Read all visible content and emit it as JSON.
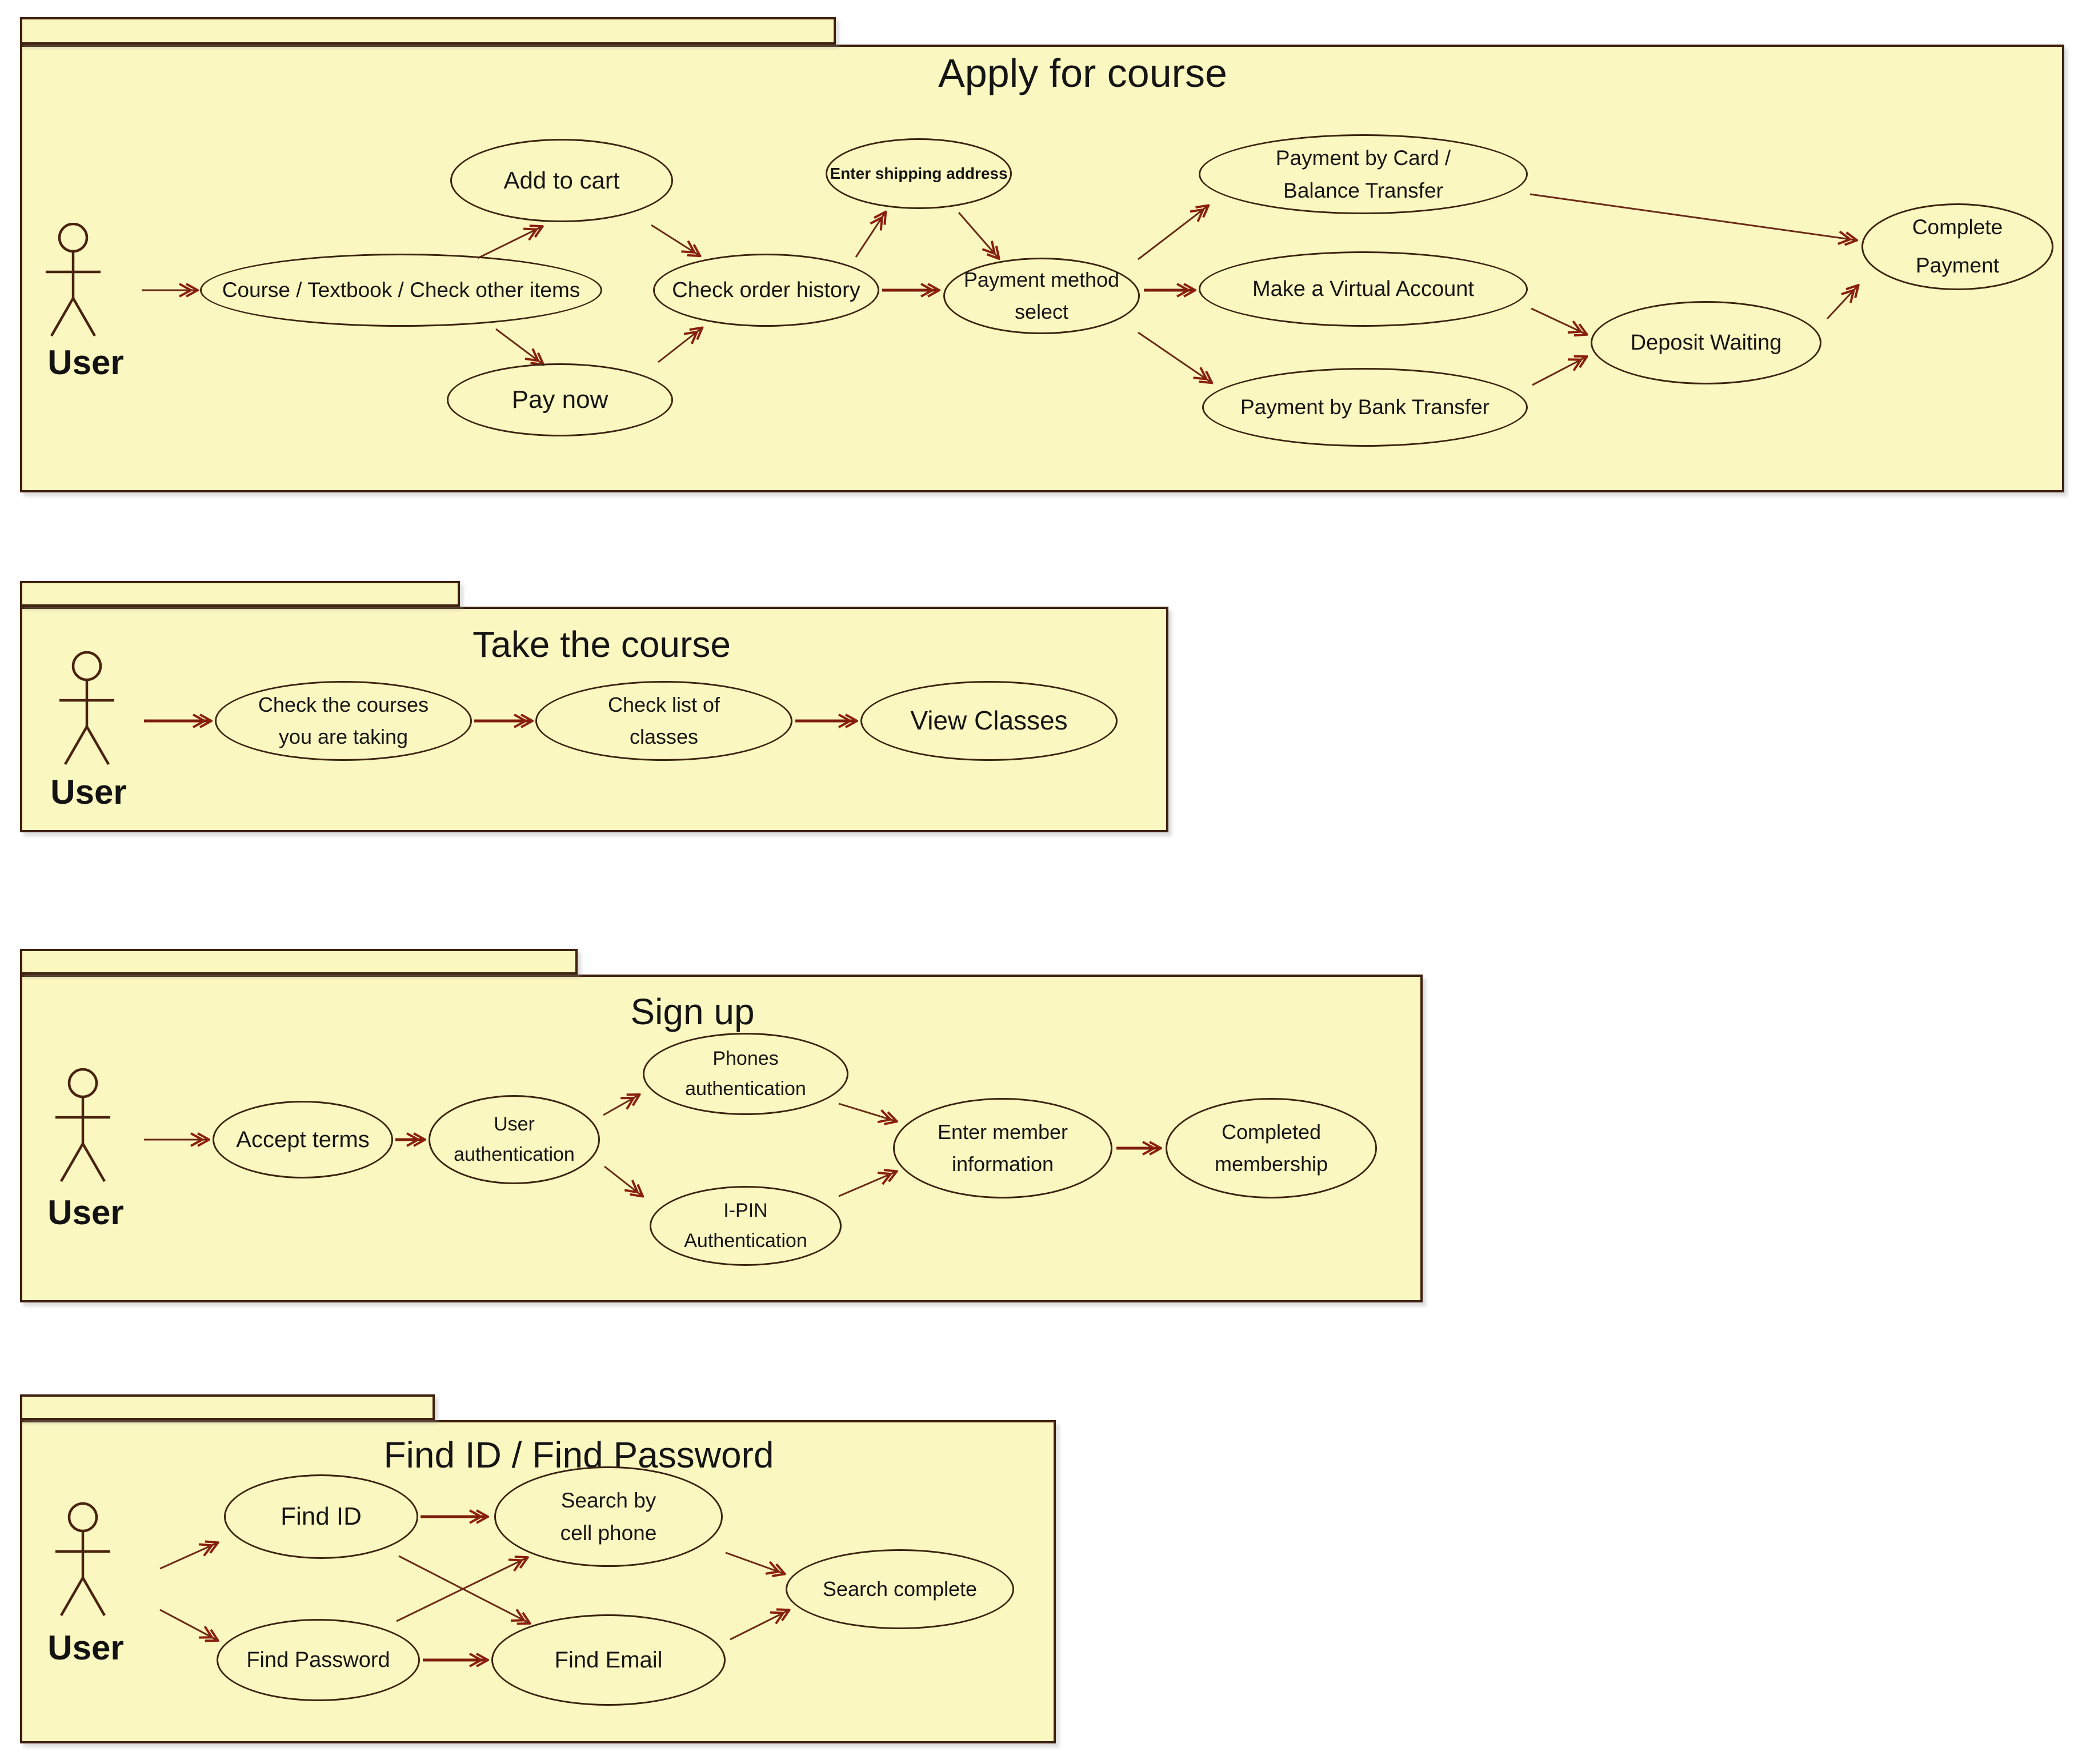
{
  "colors": {
    "package_fill": "#fbf7c0",
    "package_border": "#40200e",
    "arrow": "#7d2114",
    "text": "#161616"
  },
  "packages": [
    {
      "title": "Apply for course",
      "actor": "User",
      "usecases": [
        {
          "id": "add-to-cart",
          "lines": [
            "Add to cart"
          ]
        },
        {
          "id": "course-textbook-check-other-items",
          "lines": [
            "Course / Textbook / Check other items"
          ]
        },
        {
          "id": "pay-now",
          "lines": [
            "Pay now"
          ]
        },
        {
          "id": "check-order-history",
          "lines": [
            "Check order history"
          ]
        },
        {
          "id": "enter-shipping-address",
          "lines": [
            "Enter shipping address"
          ]
        },
        {
          "id": "payment-method-select",
          "lines": [
            "Payment method",
            "select"
          ]
        },
        {
          "id": "payment-by-card-balance-transfer",
          "lines": [
            "Payment by Card /",
            "Balance Transfer"
          ]
        },
        {
          "id": "make-a-virtual-account",
          "lines": [
            "Make a Virtual Account"
          ]
        },
        {
          "id": "payment-by-bank-transfer",
          "lines": [
            "Payment by Bank Transfer"
          ]
        },
        {
          "id": "deposit-waiting",
          "lines": [
            "Deposit Waiting"
          ]
        },
        {
          "id": "complete-payment",
          "lines": [
            "Complete",
            "Payment"
          ]
        }
      ]
    },
    {
      "title": "Take the course",
      "actor": "User",
      "usecases": [
        {
          "id": "check-the-courses-you-are-taking",
          "lines": [
            "Check the courses",
            "you are taking"
          ]
        },
        {
          "id": "check-list-of-classes",
          "lines": [
            "Check list of",
            "classes"
          ]
        },
        {
          "id": "view-classes",
          "lines": [
            "View Classes"
          ]
        }
      ]
    },
    {
      "title": "Sign up",
      "actor": "User",
      "usecases": [
        {
          "id": "accept-terms",
          "lines": [
            "Accept terms"
          ]
        },
        {
          "id": "user-authentication",
          "lines": [
            "User",
            "authentication"
          ]
        },
        {
          "id": "phones-authentication",
          "lines": [
            "Phones",
            "authentication"
          ]
        },
        {
          "id": "i-pin-authentication",
          "lines": [
            "I-PIN",
            "Authentication"
          ]
        },
        {
          "id": "enter-member-information",
          "lines": [
            "Enter member",
            "information"
          ]
        },
        {
          "id": "completed-membership",
          "lines": [
            "Completed",
            "membership"
          ]
        }
      ]
    },
    {
      "title": "Find ID / Find Password",
      "actor": "User",
      "usecases": [
        {
          "id": "find-id",
          "lines": [
            "Find ID"
          ]
        },
        {
          "id": "search-by-cell-phone",
          "lines": [
            "Search by",
            "cell phone"
          ]
        },
        {
          "id": "find-password",
          "lines": [
            "Find Password"
          ]
        },
        {
          "id": "find-email",
          "lines": [
            "Find Email"
          ]
        },
        {
          "id": "search-complete",
          "lines": [
            "Search complete"
          ]
        }
      ]
    }
  ]
}
